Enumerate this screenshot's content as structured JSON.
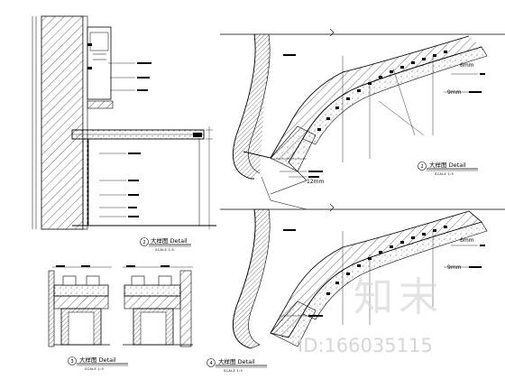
{
  "details": {
    "wall_section": {
      "title": "大样图  Detail",
      "scale": "SCALE  1:5",
      "number": "2"
    },
    "curve_upper": {
      "title": "大样图  Detail",
      "scale": "SCALE  1:5",
      "number": "2",
      "dim_6": "6mm",
      "dim_9": "9mm",
      "dim_12": "12mm"
    },
    "curve_lower": {
      "title": "大样图  Detail",
      "scale": "SCALE  1:5",
      "number": "4",
      "dim_6": "6mm",
      "dim_9": "9mm"
    },
    "small_profiles": {
      "title": "大样图  Detail",
      "scale": "SCALE  1:5",
      "number": "3"
    }
  },
  "watermark": {
    "logo": "知末",
    "id": "ID:166035115"
  }
}
